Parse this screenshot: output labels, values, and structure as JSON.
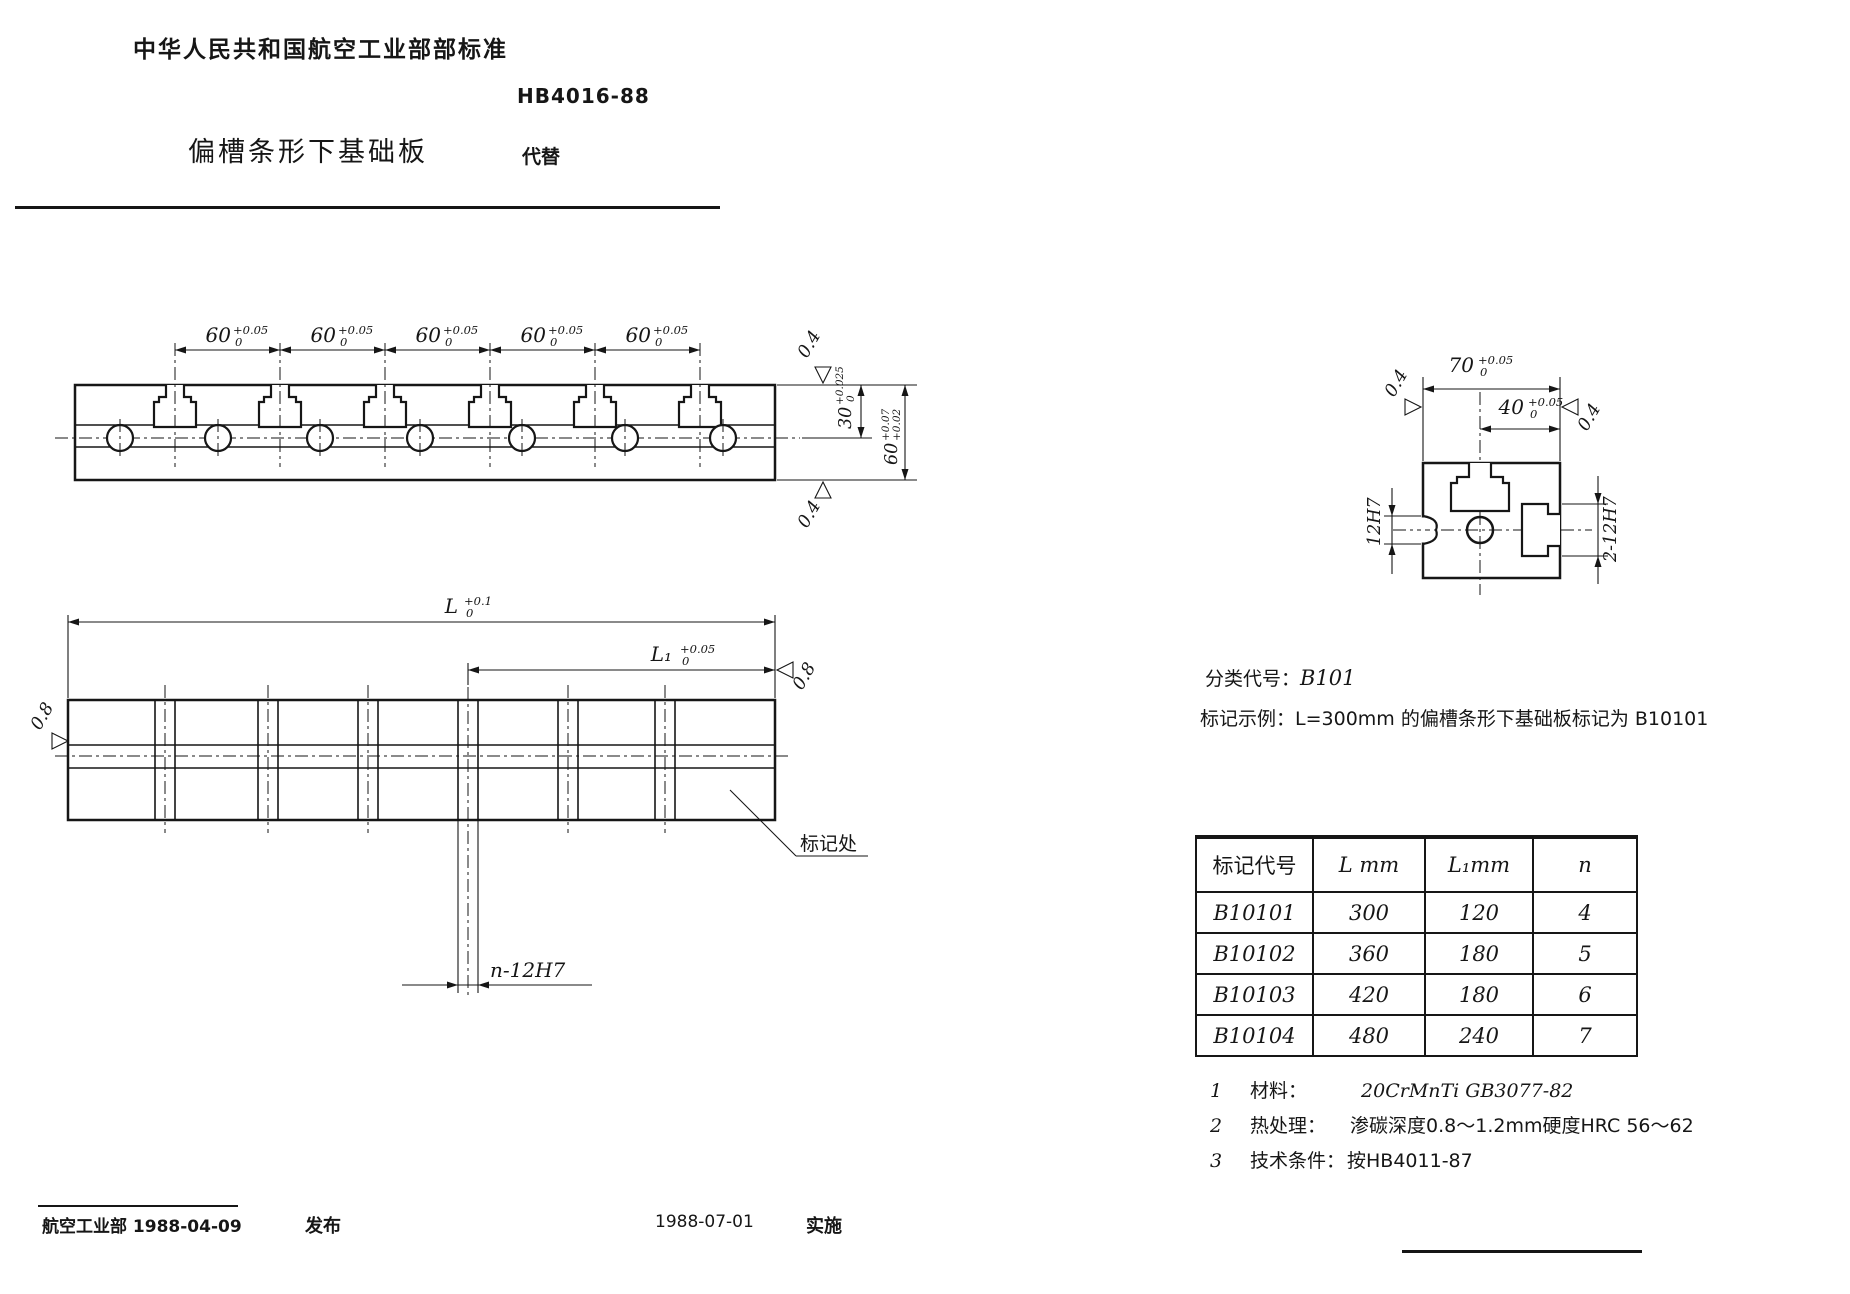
{
  "page": {
    "background": "#ffffff",
    "ink": "#161616"
  },
  "header": {
    "org": "中华人民共和国航空工业部部标准",
    "code": "HB4016-88",
    "title": "偏槽条形下基础板",
    "replace_label": "代替"
  },
  "front_view": {
    "pitch": {
      "value": "60",
      "upper": "+0.05",
      "lower": "0"
    },
    "depth": {
      "value": "30",
      "upper": "+0.025",
      "lower": "0"
    },
    "height": {
      "value": "60",
      "upper": "+0.07",
      "lower": "+0.02"
    },
    "finish_top": "0.4",
    "finish_bottom": "0.4"
  },
  "section_view": {
    "width": {
      "value": "70",
      "upper": "+0.05",
      "lower": "0"
    },
    "slot_offset": {
      "value": "40",
      "upper": "+0.05",
      "lower": "0"
    },
    "finish_left": "0.4",
    "finish_right": "0.4",
    "side_hole": "12H7",
    "side_slots": "2-12H7"
  },
  "plan_view": {
    "length": {
      "value": "L",
      "upper": "+0.1",
      "lower": "0"
    },
    "length1": {
      "value": "L₁",
      "upper": "+0.05",
      "lower": "0"
    },
    "finish_left": "0.8",
    "finish_right": "0.8",
    "holes": "n-12H7",
    "mark": "标记处"
  },
  "classification": {
    "class_label": "分类代号：",
    "class_value": "B101",
    "example_label": "标记示例：",
    "example_value": "L=300mm 的偏槽条形下基础板标记为 B10101"
  },
  "spec_table": {
    "headers": [
      "标记代号",
      "L mm",
      "L₁mm",
      "n"
    ],
    "rows": [
      [
        "B10101",
        "300",
        "120",
        "4"
      ],
      [
        "B10102",
        "360",
        "180",
        "5"
      ],
      [
        "B10103",
        "420",
        "180",
        "6"
      ],
      [
        "B10104",
        "480",
        "240",
        "7"
      ]
    ]
  },
  "notes": [
    {
      "no": "1",
      "label": "材料：",
      "text": "20CrMnTi  GB3077-82"
    },
    {
      "no": "2",
      "label": "热处理：",
      "text": "渗碳深度0.8～1.2mm硬度HRC 56～62"
    },
    {
      "no": "3",
      "label": "技术条件：",
      "text": "按HB4011-87"
    }
  ],
  "footer": {
    "org_date": "航空工业部 1988-04-09",
    "publish": "发布",
    "impl_date": "1988-07-01",
    "implement": "实施"
  }
}
